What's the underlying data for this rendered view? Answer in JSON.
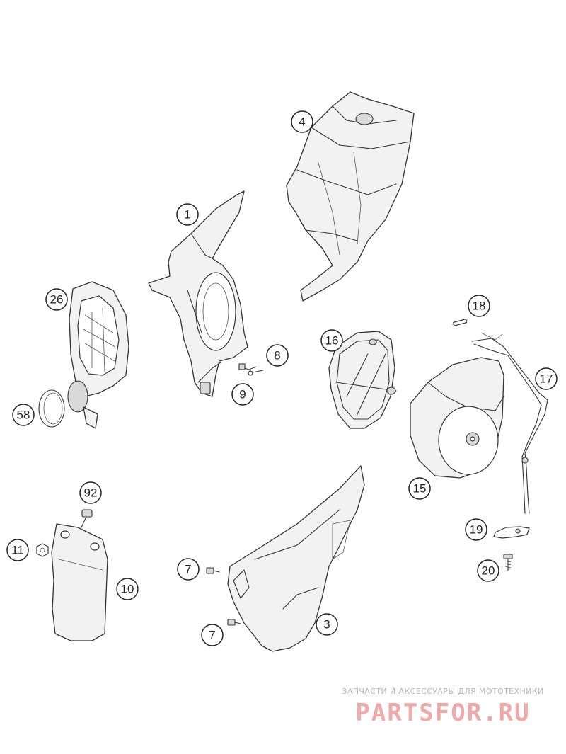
{
  "callouts": [
    {
      "id": "c1",
      "label": "1"
    },
    {
      "id": "c4",
      "label": "4"
    },
    {
      "id": "c26",
      "label": "26"
    },
    {
      "id": "c8",
      "label": "8"
    },
    {
      "id": "c9",
      "label": "9"
    },
    {
      "id": "c16",
      "label": "16"
    },
    {
      "id": "c18",
      "label": "18"
    },
    {
      "id": "c17",
      "label": "17"
    },
    {
      "id": "c58",
      "label": "58"
    },
    {
      "id": "c15",
      "label": "15"
    },
    {
      "id": "c92",
      "label": "92"
    },
    {
      "id": "c19",
      "label": "19"
    },
    {
      "id": "c11",
      "label": "11"
    },
    {
      "id": "c7a",
      "label": "7"
    },
    {
      "id": "c20",
      "label": "20"
    },
    {
      "id": "c10",
      "label": "10"
    },
    {
      "id": "c3",
      "label": "3"
    },
    {
      "id": "c7b",
      "label": "7"
    }
  ],
  "watermark": {
    "tagline": "ЗАПЧАСТИ И АКСЕССУАРЫ ДЛЯ МОТОТЕХНИКИ",
    "logo_text": "PARTSFOR.RU",
    "color": "#f0a8a8"
  }
}
